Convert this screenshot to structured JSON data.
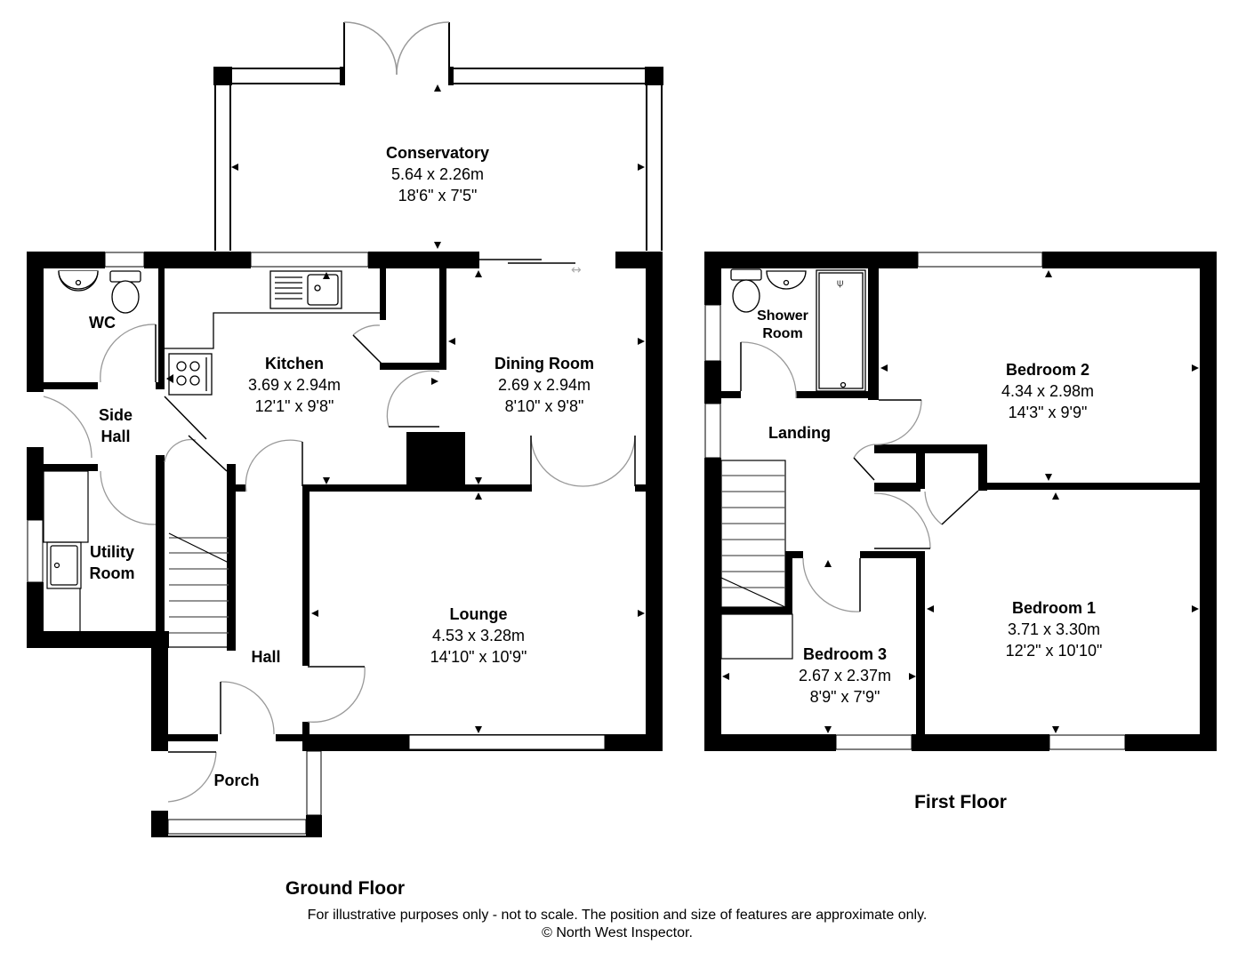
{
  "ground_floor": {
    "title": "Ground Floor",
    "rooms": {
      "conservatory": {
        "name": "Conservatory",
        "metric": "5.64 x 2.26m",
        "imperial": "18'6\" x 7'5\""
      },
      "kitchen": {
        "name": "Kitchen",
        "metric": "3.69 x 2.94m",
        "imperial": "12'1\" x 9'8\""
      },
      "dining_room": {
        "name": "Dining Room",
        "metric": "2.69 x 2.94m",
        "imperial": "8'10\" x 9'8\""
      },
      "lounge": {
        "name": "Lounge",
        "metric": "4.53 x 3.28m",
        "imperial": "14'10\" x 10'9\""
      },
      "wc": {
        "name": "WC"
      },
      "side_hall": {
        "name_line1": "Side",
        "name_line2": "Hall"
      },
      "utility_room": {
        "name_line1": "Utility",
        "name_line2": "Room"
      },
      "hall": {
        "name": "Hall"
      },
      "porch": {
        "name": "Porch"
      }
    }
  },
  "first_floor": {
    "title": "First Floor",
    "rooms": {
      "shower_room": {
        "name_line1": "Shower",
        "name_line2": "Room"
      },
      "landing": {
        "name": "Landing"
      },
      "bedroom_1": {
        "name": "Bedroom 1",
        "metric": "3.71 x 3.30m",
        "imperial": "12'2\" x 10'10\""
      },
      "bedroom_2": {
        "name": "Bedroom 2",
        "metric": "4.34 x 2.98m",
        "imperial": "14'3\" x 9'9\""
      },
      "bedroom_3": {
        "name": "Bedroom 3",
        "metric": "2.67 x 2.37m",
        "imperial": "8'9\" x 7'9\""
      }
    }
  },
  "footer": {
    "disclaimer": "For illustrative purposes only - not to scale. The position and size of features are approximate only.",
    "copyright": "© North West Inspector."
  },
  "colors": {
    "wall": "#000000",
    "background": "#ffffff",
    "door_arc": "#999999"
  }
}
